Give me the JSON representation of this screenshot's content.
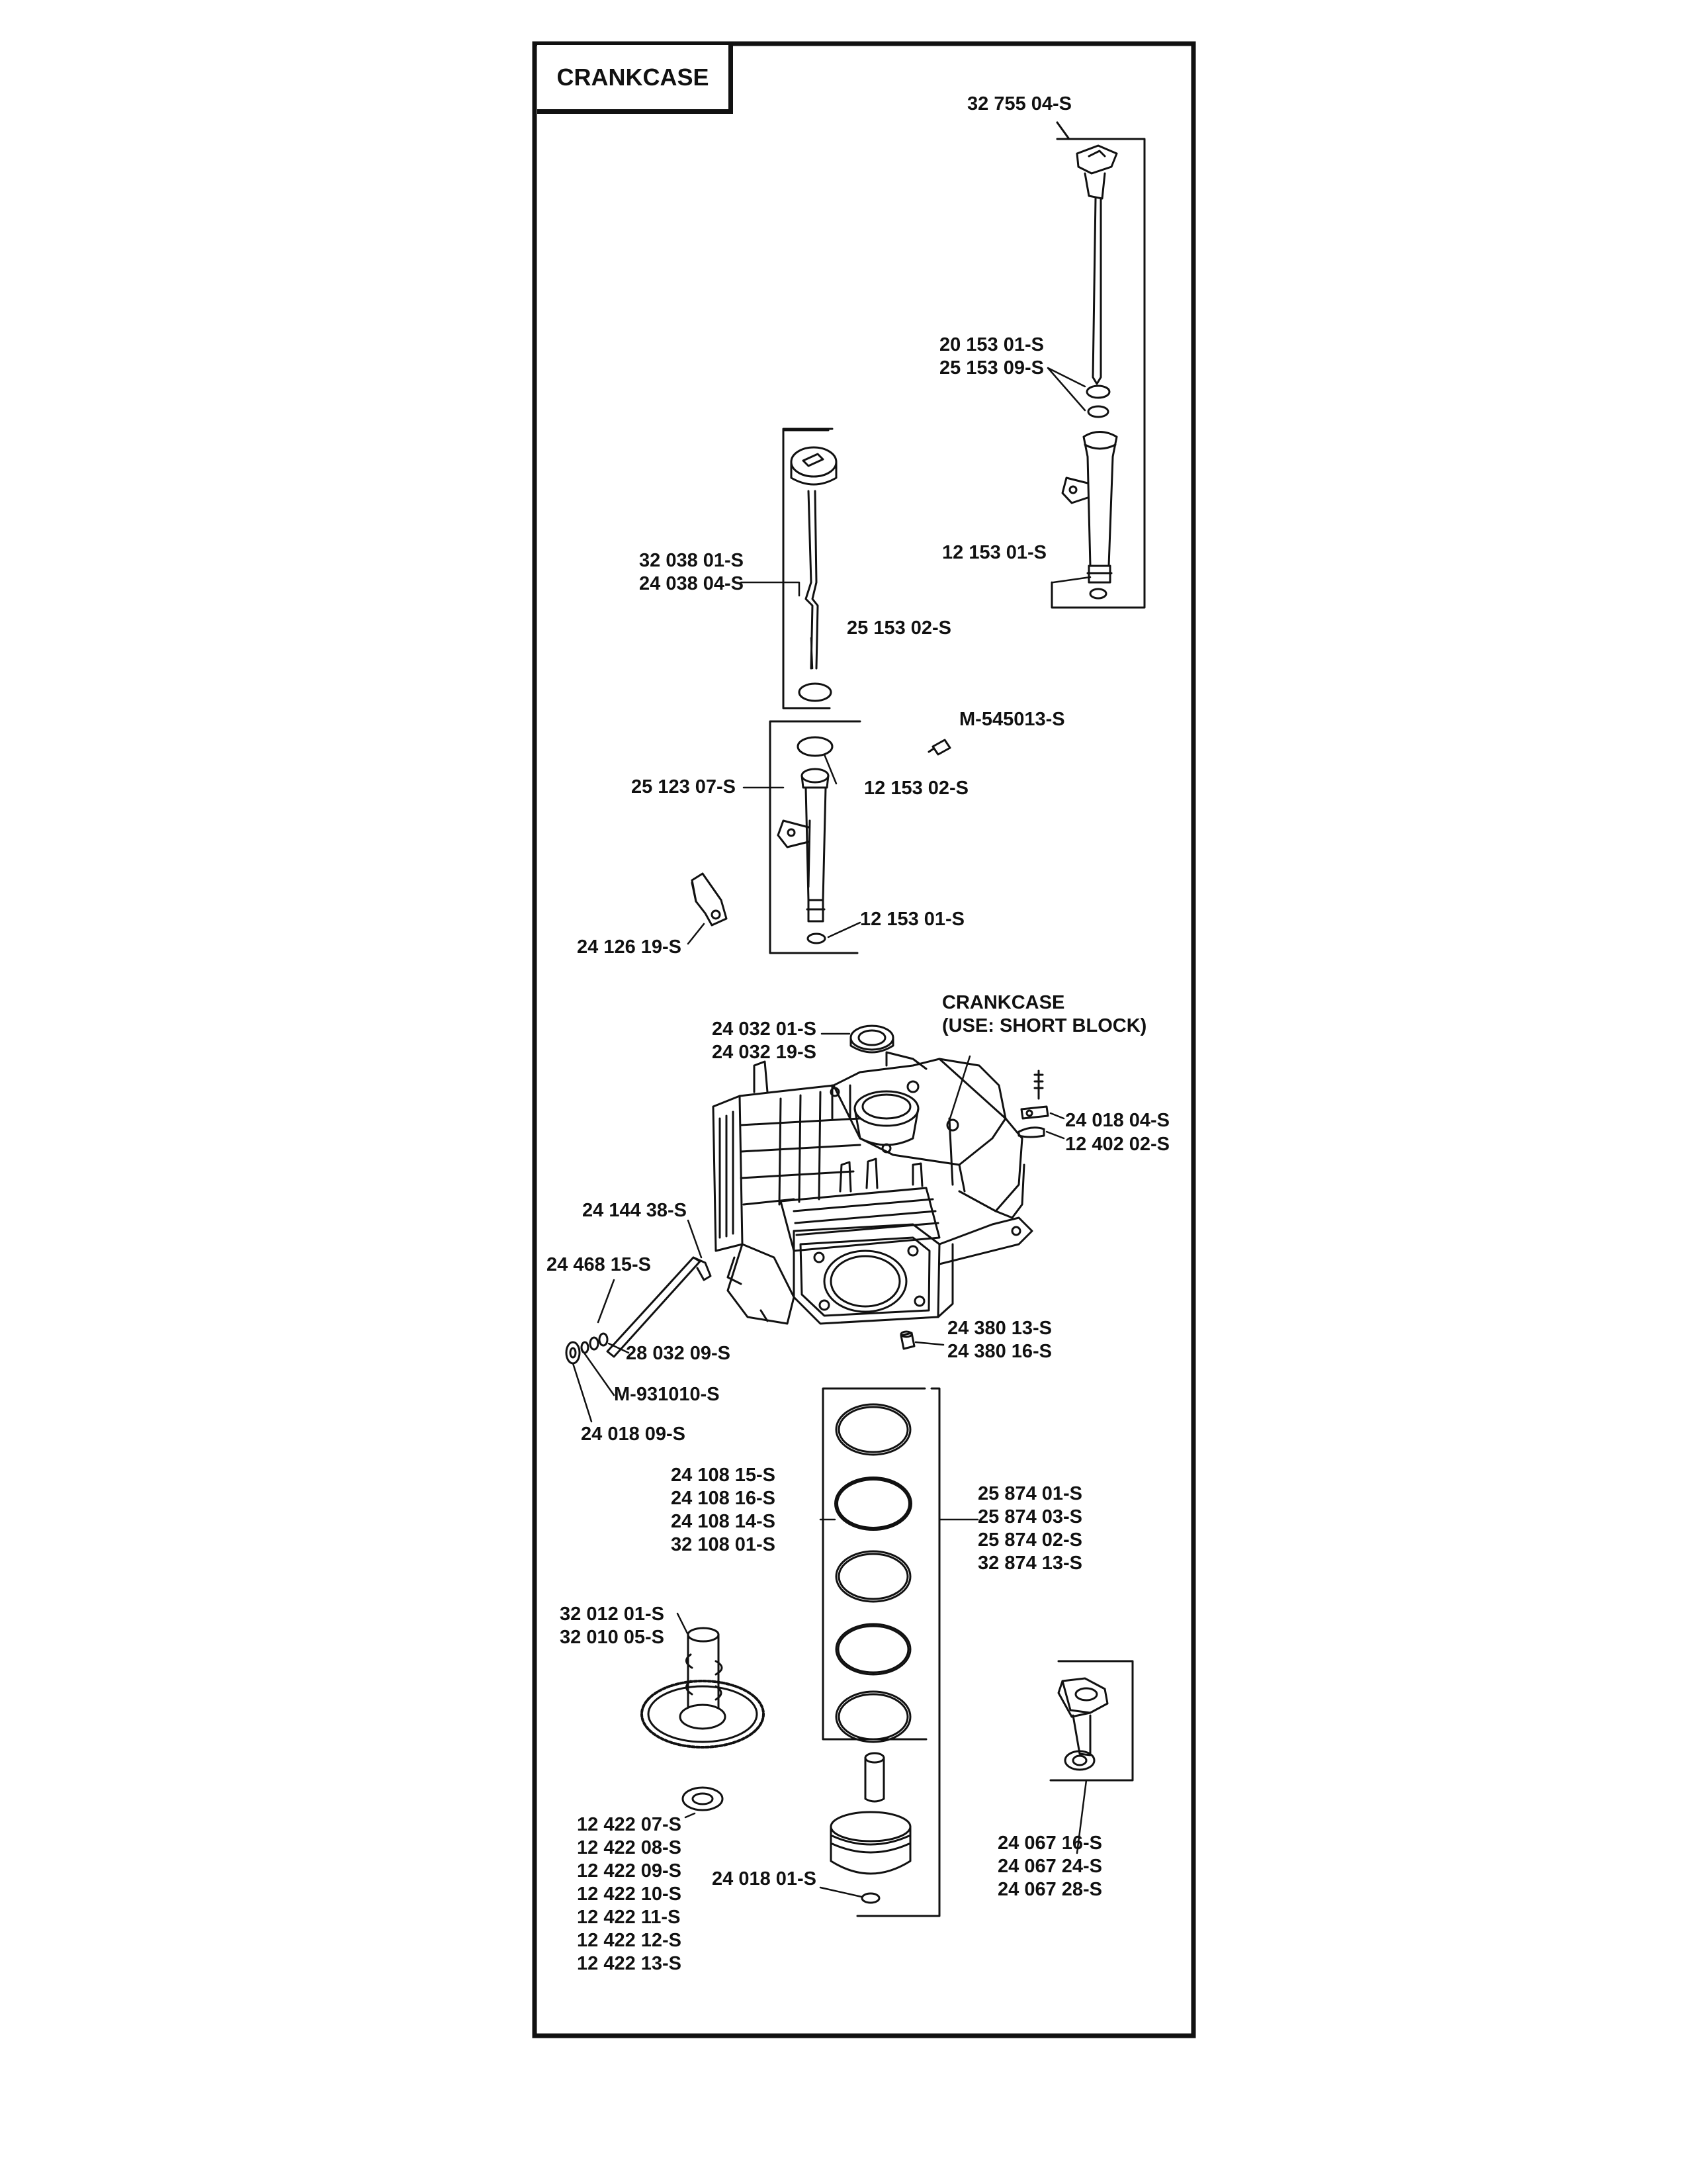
{
  "title": "CRANKCASE",
  "callouts": {
    "c1": [
      "32 755 04-S"
    ],
    "c2": [
      "20 153 01-S",
      "25 153 09-S"
    ],
    "c3": [
      "12 153 01-S"
    ],
    "c4": [
      "32 038 01-S",
      "24 038 04-S"
    ],
    "c5": [
      "25 153 02-S"
    ],
    "c6": [
      "M-545013-S"
    ],
    "c7": [
      "25 123 07-S"
    ],
    "c8": [
      "12 153 02-S"
    ],
    "c9": [
      "12 153 01-S"
    ],
    "c10": [
      "24 126 19-S"
    ],
    "c11": [
      "CRANKCASE",
      "(USE: SHORT BLOCK)"
    ],
    "c12": [
      "24 032 01-S",
      "24 032 19-S"
    ],
    "c13": [
      "24 018 04-S"
    ],
    "c14": [
      "12 402 02-S"
    ],
    "c15": [
      "24 144 38-S"
    ],
    "c16": [
      "24 468 15-S"
    ],
    "c17": [
      "28 032 09-S"
    ],
    "c18": [
      "M-931010-S"
    ],
    "c19": [
      "24 018 09-S"
    ],
    "c20": [
      "24 380 13-S",
      "24 380 16-S"
    ],
    "c21": [
      "24 108 15-S",
      "24 108 16-S",
      "24 108 14-S",
      "32 108 01-S"
    ],
    "c22": [
      "25 874 01-S",
      "25 874 03-S",
      "25 874 02-S",
      "32 874 13-S"
    ],
    "c23": [
      "32 012 01-S",
      "32 010 05-S"
    ],
    "c24": [
      "12 422 07-S",
      "12 422 08-S",
      "12 422 09-S",
      "12 422 10-S",
      "12 422 11-S",
      "12 422 12-S",
      "12 422 13-S"
    ],
    "c25": [
      "24 018 01-S"
    ],
    "c26": [
      "24 067 16-S",
      "24 067 24-S",
      "24 067 28-S"
    ]
  }
}
